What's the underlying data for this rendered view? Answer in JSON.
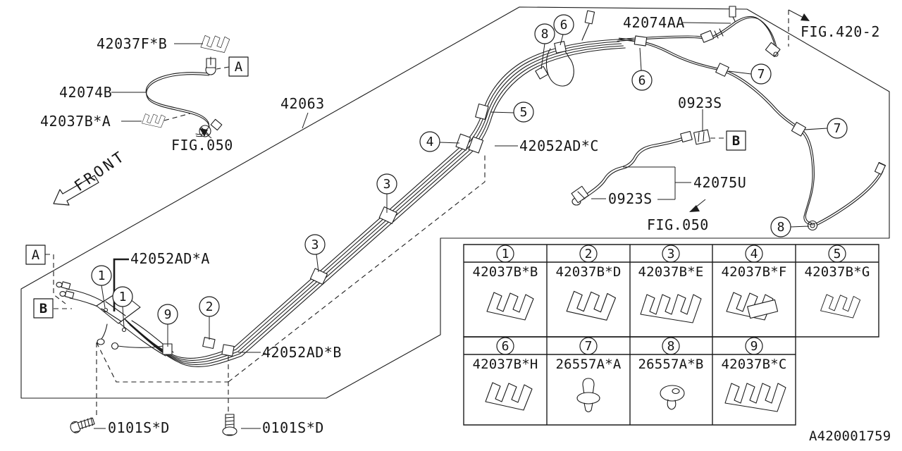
{
  "drawing": {
    "front_label": "FRONT",
    "drawing_id": "A420001759"
  },
  "markers": {
    "a": "A",
    "b": "B"
  },
  "fig_refs": {
    "fig050": "FIG.050",
    "fig420": "FIG.420-2"
  },
  "labels": {
    "clip_42037f_b": "42037F*B",
    "tube_42074b": "42074B",
    "clip_42037b_a": "42037B*A",
    "pipe_assembly_42063": "42063",
    "tube_42074aa": "42074AA",
    "clamp_0923s": "0923S",
    "hose_42075u": "42075U",
    "clip_42052ad_a": "42052AD*A",
    "clip_42052ad_b": "42052AD*B",
    "clip_42052ad_c": "42052AD*C",
    "bolt_0101s_d": "0101S*D"
  },
  "callouts": {
    "c1": "1",
    "c2": "2",
    "c3": "3",
    "c4": "4",
    "c5": "5",
    "c6": "6",
    "c7": "7",
    "c8": "8",
    "c9": "9"
  },
  "table": {
    "rows": [
      {
        "cells": [
          {
            "num": "1",
            "part": "42037B*B",
            "icon": "pipe-clip"
          },
          {
            "num": "2",
            "part": "42037B*D",
            "icon": "pipe-clip"
          },
          {
            "num": "3",
            "part": "42037B*E",
            "icon": "pipe-clip-wide"
          },
          {
            "num": "4",
            "part": "42037B*F",
            "icon": "pipe-clip-sleeve"
          },
          {
            "num": "5",
            "part": "42037B*G",
            "icon": "pipe-clip"
          }
        ]
      },
      {
        "cells": [
          {
            "num": "6",
            "part": "42037B*H",
            "icon": "pipe-clip"
          },
          {
            "num": "7",
            "part": "26557A*A",
            "icon": "push-pin-clip"
          },
          {
            "num": "8",
            "part": "26557A*B",
            "icon": "grommet"
          },
          {
            "num": "9",
            "part": "42037B*C",
            "icon": "pipe-clip-wide"
          }
        ]
      }
    ]
  }
}
